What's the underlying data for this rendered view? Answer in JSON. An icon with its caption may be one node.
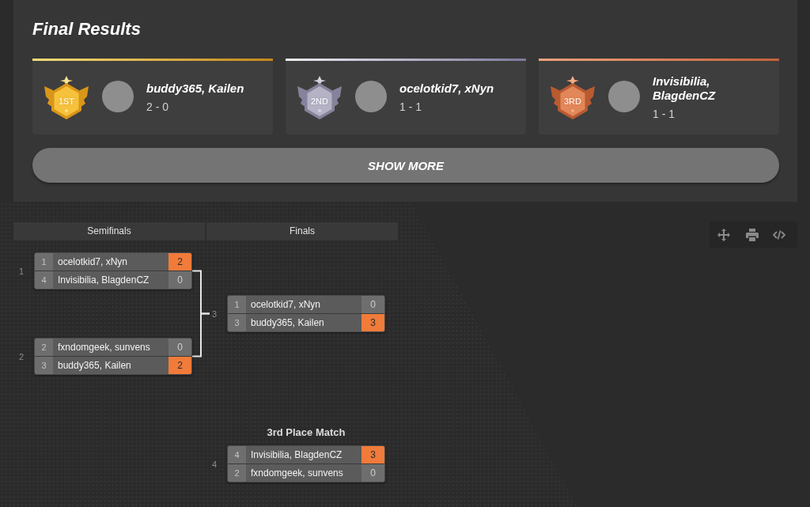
{
  "diagram": {
    "title": "Final Results",
    "nodes": [
      {
        "text": [
          "buddy365, Kailen",
          "2 - 0"
        ]
      },
      {
        "text": [
          "1ST"
        ],
        "in": 0
      },
      {
        "text": [
          "ocelotkid7, xNyn",
          "1 - 1"
        ]
      },
      {
        "text": [
          "2ND"
        ],
        "in": 2
      },
      {
        "text": [
          "Invisibilia, BlagdenCZ",
          "1 - 1"
        ]
      },
      {
        "text": [
          "3RD"
        ],
        "in": 4
      },
      {
        "text": [
          "SHOW MORE"
        ]
      },
      {
        "text": [],
        "shape": "box",
        "beside": [
          "1"
        ]
      },
      {
        "text": [
          "1",
          "ocelotkid7, xNyn",
          "2"
        ],
        "in": 7
      },
      {
        "text": [
          "4",
          "Invisibilia, BlagdenCZ",
          "0"
        ],
        "in": 7
      },
      {
        "text": [],
        "shape": "box",
        "beside": [
          "2"
        ]
      },
      {
        "text": [
          "2",
          "fxndomgeek, sunvens",
          "0"
        ],
        "in": 10
      },
      {
        "text": [
          "3",
          "buddy365, Kailen",
          "2"
        ],
        "in": 10
      },
      {
        "text": [],
        "shape": "box",
        "beside": [
          "3"
        ]
      },
      {
        "text": [
          "1",
          "ocelotkid7, xNyn",
          "0"
        ],
        "in": 13
      },
      {
        "text": [
          "3",
          "buddy365, Kailen",
          "3"
        ],
        "in": 13
      },
      {
        "text": [
          "3rd Place Match"
        ],
        "beside": [
          "4"
        ]
      },
      {
        "text": [
          "4",
          "Invisibilia, BlagdenCZ",
          "3"
        ],
        "in": 16
      },
      {
        "text": [
          "2",
          "fxndomgeek, sunvens",
          "0"
        ],
        "in": 16
      }
    ],
    "edges": [
      {
        "from": 7,
        "to": 13,
        "arrow": "none"
      },
      {
        "from": 10,
        "to": 13,
        "arrow": "none"
      }
    ],
    "labels": [
      "Semifinals",
      "Finals"
    ]
  }
}
